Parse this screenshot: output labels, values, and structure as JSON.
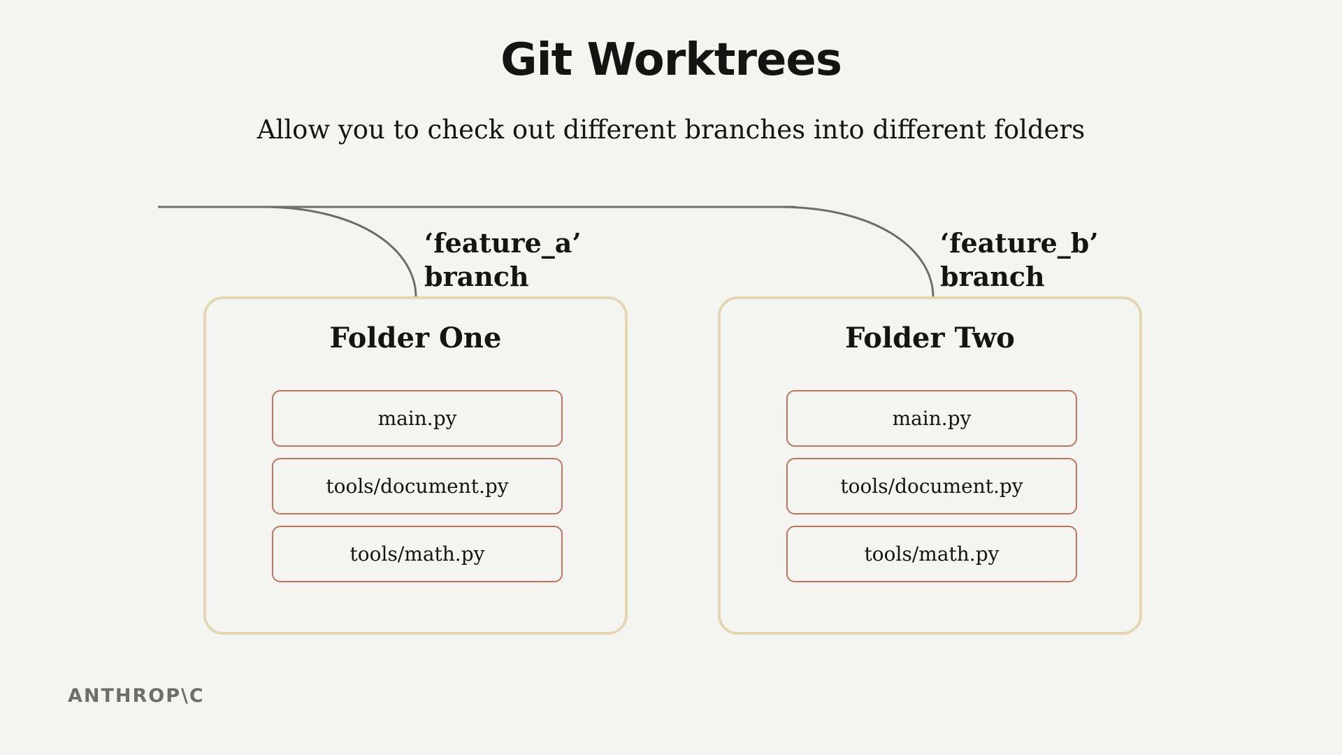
{
  "title": "Git Worktrees",
  "subtitle": "Allow you to check out different branches into different folders",
  "branches": [
    {
      "quoted_name": "‘feature_a’",
      "kind": "branch"
    },
    {
      "quoted_name": "‘feature_b’",
      "kind": "branch"
    }
  ],
  "folders": [
    {
      "title": "Folder One",
      "files": [
        "main.py",
        "tools/document.py",
        "tools/math.py"
      ]
    },
    {
      "title": "Folder Two",
      "files": [
        "main.py",
        "tools/document.py",
        "tools/math.py"
      ]
    }
  ],
  "logo_text": "ANTHROP\\C",
  "colors": {
    "background": "#f4f5f0",
    "text": "#141413",
    "branch_line": "#6e6e66",
    "folder_border": "#e3d6b2",
    "file_border": "#c2735f",
    "logo": "#6e6e66"
  }
}
